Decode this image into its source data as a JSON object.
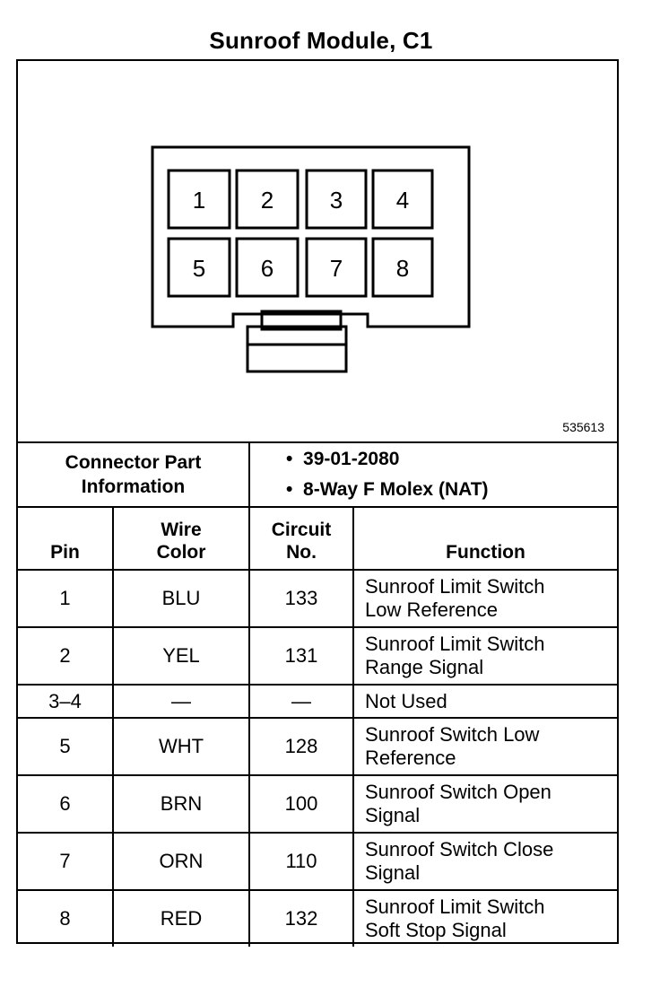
{
  "title": "Sunroof Module, C1",
  "ref_number": "535613",
  "connector": {
    "pins_top": [
      "1",
      "2",
      "3",
      "4"
    ],
    "pins_bottom": [
      "5",
      "6",
      "7",
      "8"
    ]
  },
  "part_info": {
    "label_line1": "Connector Part",
    "label_line2": "Information",
    "items": [
      "39-01-2080",
      "8-Way F Molex (NAT)"
    ]
  },
  "table": {
    "headers": {
      "pin": "Pin",
      "wire_color_line1": "Wire",
      "wire_color_line2": "Color",
      "circuit_line1": "Circuit",
      "circuit_line2": "No.",
      "function": "Function"
    },
    "rows": [
      {
        "pin": "1",
        "color": "BLU",
        "circuit": "133",
        "f1": "Sunroof Limit Switch",
        "f2": "Low Reference"
      },
      {
        "pin": "2",
        "color": "YEL",
        "circuit": "131",
        "f1": "Sunroof Limit Switch",
        "f2": "Range Signal"
      },
      {
        "pin": "3–4",
        "color": "—",
        "circuit": "—",
        "f1": "Not Used",
        "f2": ""
      },
      {
        "pin": "5",
        "color": "WHT",
        "circuit": "128",
        "f1": "Sunroof Switch Low",
        "f2": "Reference"
      },
      {
        "pin": "6",
        "color": "BRN",
        "circuit": "100",
        "f1": "Sunroof Switch Open",
        "f2": "Signal"
      },
      {
        "pin": "7",
        "color": "ORN",
        "circuit": "110",
        "f1": "Sunroof Switch Close",
        "f2": "Signal"
      },
      {
        "pin": "8",
        "color": "RED",
        "circuit": "132",
        "f1": "Sunroof Limit Switch",
        "f2": "Soft Stop Signal"
      }
    ]
  }
}
